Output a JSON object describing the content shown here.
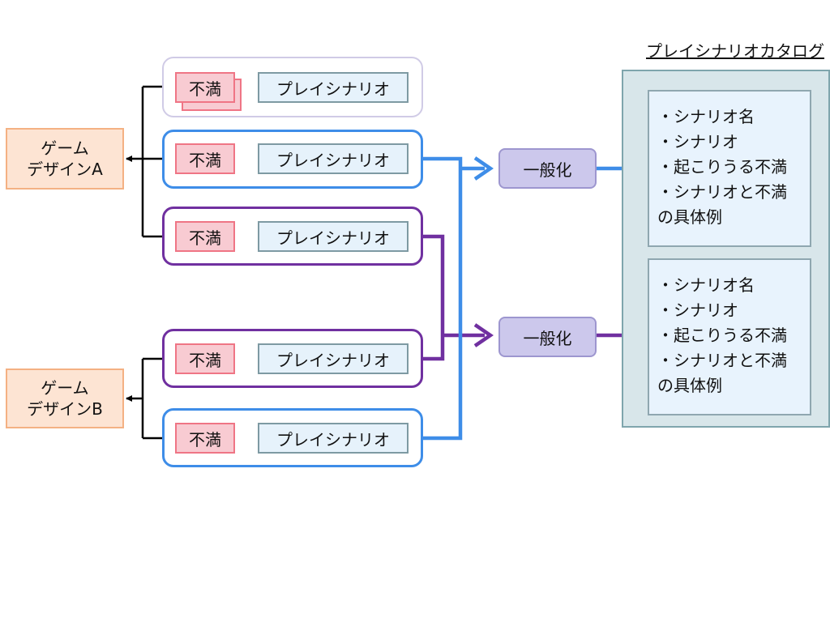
{
  "designs": [
    {
      "line1": "ゲーム",
      "line2": "デザインA"
    },
    {
      "line1": "ゲーム",
      "line2": "デザインB"
    }
  ],
  "rows": [
    {
      "fuman": "不満",
      "scenario": "プレイシナリオ"
    },
    {
      "fuman": "不満",
      "scenario": "プレイシナリオ"
    },
    {
      "fuman": "不満",
      "scenario": "プレイシナリオ"
    },
    {
      "fuman": "不満",
      "scenario": "プレイシナリオ"
    },
    {
      "fuman": "不満",
      "scenario": "プレイシナリオ"
    }
  ],
  "generalize": [
    "一般化",
    "一般化"
  ],
  "catalog": {
    "title": "プレイシナリオカタログ",
    "entries": [
      {
        "lines": [
          "・シナリオ名",
          "・シナリオ",
          "・起こりうる不満",
          "・シナリオと不満",
          "の具体例"
        ]
      },
      {
        "lines": [
          "・シナリオ名",
          "・シナリオ",
          "・起こりうる不満",
          "・シナリオと不満",
          "の具体例"
        ]
      }
    ]
  },
  "colors": {
    "blue_flow": "#3e8de8",
    "purple_flow": "#7030a0",
    "connector": "#000000"
  }
}
